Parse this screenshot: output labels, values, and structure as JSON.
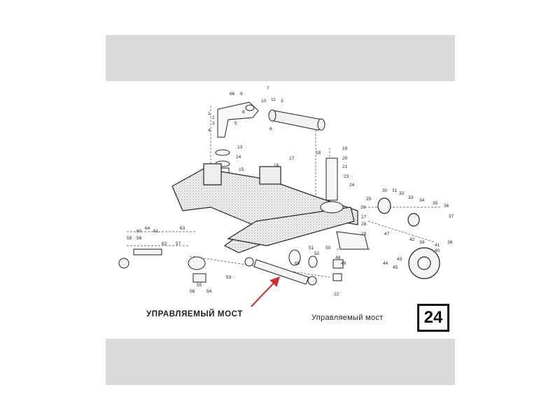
{
  "figure": {
    "caption_left": "УПРАВЛЯЕМЫЙ МОСТ",
    "caption_right": "Управляемый мост",
    "page_number": "24",
    "arrow_color": "#d62a2a",
    "background_band_color": "#dadada",
    "callouts": [
      "66",
      "9",
      "7",
      "10",
      "11",
      "3",
      "8",
      "1",
      "2",
      "3",
      "4",
      "5",
      "6",
      "13",
      "14",
      "15",
      "16",
      "17",
      "18",
      "19",
      "20",
      "21",
      "23",
      "24",
      "25",
      "26",
      "27",
      "28",
      "29",
      "30",
      "31",
      "32",
      "33",
      "34",
      "35",
      "36",
      "37",
      "38",
      "39",
      "40",
      "41",
      "42",
      "43",
      "44",
      "45",
      "47",
      "48",
      "49",
      "50",
      "51",
      "52",
      "53",
      "54",
      "55",
      "56",
      "57",
      "58",
      "59",
      "60",
      "61",
      "62",
      "63",
      "64",
      "65",
      "22"
    ]
  }
}
